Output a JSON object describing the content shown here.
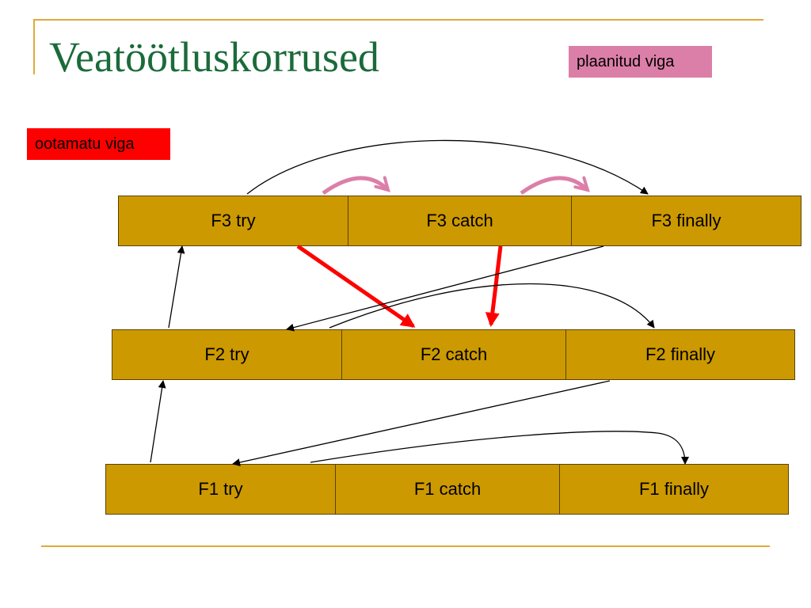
{
  "title": "Veatöötluskorrused",
  "legend": {
    "planned": {
      "label": "plaanitud viga",
      "color": "#dc7fa8"
    },
    "unexpected": {
      "label": "ootamatu viga",
      "color": "#ff0000"
    }
  },
  "colors": {
    "block_fill": "#cc9900",
    "rule": "#e0a93a",
    "title": "#1a6b3a",
    "control_arrow": "#000000"
  },
  "levels": [
    {
      "id": "f3",
      "try": "F3 try",
      "catch": "F3 catch",
      "finally": "F3 finally"
    },
    {
      "id": "f2",
      "try": "F2 try",
      "catch": "F2 catch",
      "finally": "F2 finally"
    },
    {
      "id": "f1",
      "try": "F1 try",
      "catch": "F1 catch",
      "finally": "F1 finally"
    }
  ]
}
